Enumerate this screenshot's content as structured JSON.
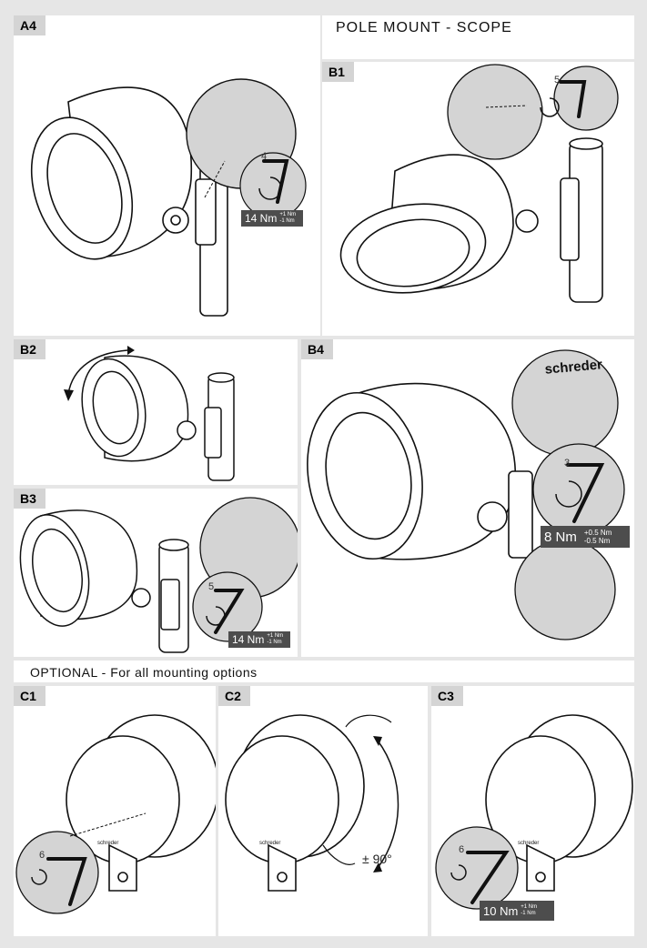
{
  "page_title": "POLE MOUNT - SCOPE",
  "optional_title": "OPTIONAL - For all mounting options",
  "steps": {
    "a4": "A4",
    "b1": "B1",
    "b2": "B2",
    "b3": "B3",
    "b4": "B4",
    "c1": "C1",
    "c2": "C2",
    "c3": "C3"
  },
  "torques": {
    "a4": {
      "value": "14 Nm",
      "plus": "+1 Nm",
      "minus": "-1 Nm"
    },
    "b3": {
      "value": "14 Nm",
      "plus": "+1 Nm",
      "minus": "-1 Nm"
    },
    "b4": {
      "value": "8 Nm",
      "plus": "+0.5 Nm",
      "minus": "-0.5 Nm"
    },
    "c3": {
      "value": "10 Nm",
      "plus": "+1 Nm",
      "minus": "-1 Nm"
    }
  },
  "key_sizes": {
    "a4": "4",
    "b1": "5",
    "b3": "5",
    "b4": "3",
    "c1": "6",
    "c3": "6"
  },
  "rotation": "± 90°",
  "brand_mark": "schreder",
  "icons": [
    "hex-key-icon",
    "rotate-arrow-icon",
    "luminaire-drawing",
    "pole-drawing"
  ]
}
